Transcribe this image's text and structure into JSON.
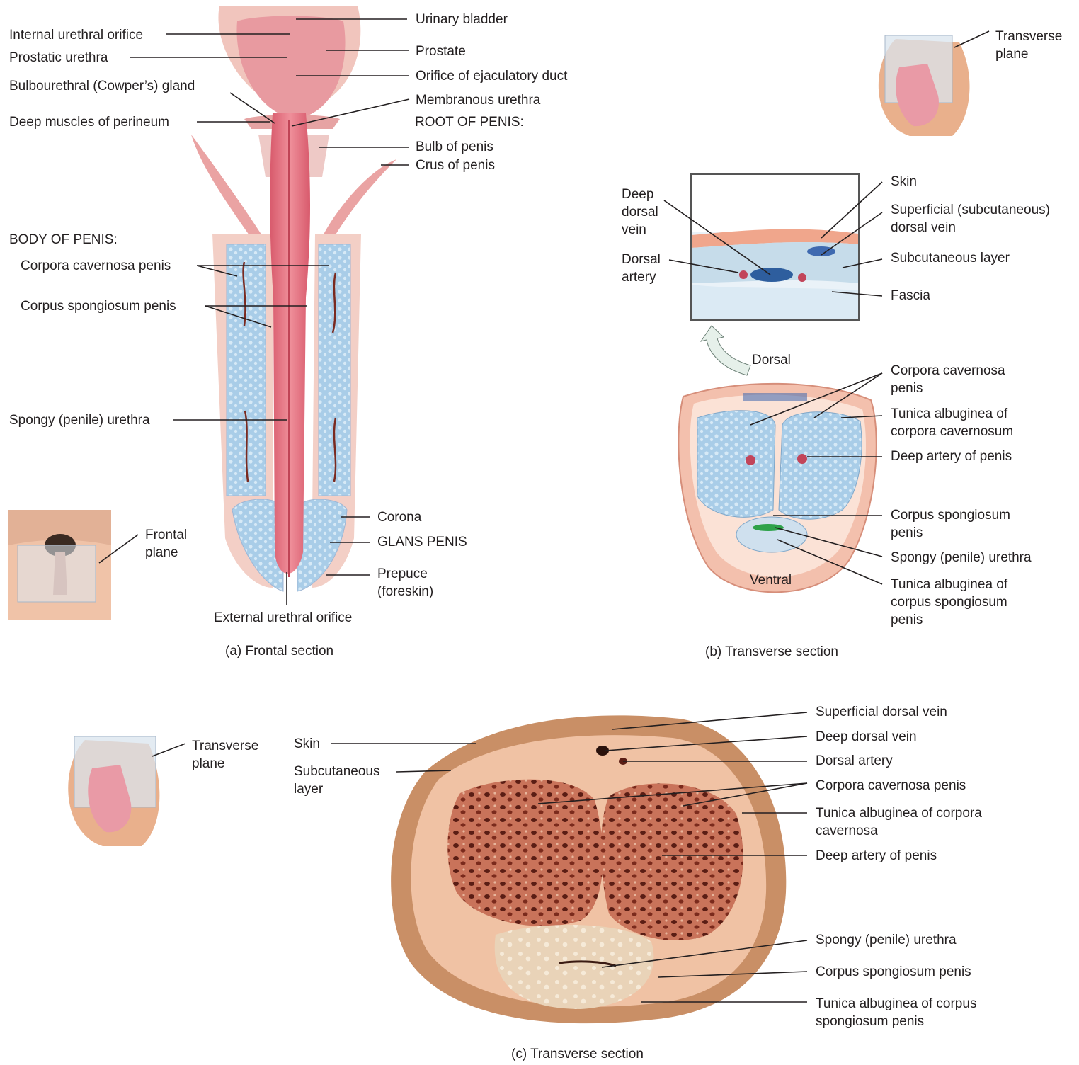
{
  "panel_a": {
    "caption": "(a) Frontal section",
    "labels": {
      "urinary_bladder": "Urinary bladder",
      "internal_urethral_orifice": "Internal urethral orifice",
      "prostate": "Prostate",
      "prostatic_urethra": "Prostatic urethra",
      "orifice_ejaculatory_duct": "Orifice of ejaculatory duct",
      "bulbourethral_gland": "Bulbourethral (Cowper’s) gland",
      "membranous_urethra": "Membranous urethra",
      "deep_muscles_perineum": "Deep muscles of perineum",
      "root_of_penis": "ROOT OF PENIS:",
      "bulb_of_penis": "Bulb of penis",
      "crus_of_penis": "Crus of penis",
      "body_of_penis": "BODY OF PENIS:",
      "corpora_cavernosa": "Corpora cavernosa penis",
      "corpus_spongiosum": "Corpus spongiosum penis",
      "spongy_urethra": "Spongy (penile) urethra",
      "corona": "Corona",
      "glans_penis": "GLANS PENIS",
      "prepuce": "Prepuce\n(foreskin)",
      "external_urethral_orifice": "External urethral orifice",
      "frontal_plane": "Frontal\nplane"
    }
  },
  "panel_b": {
    "caption": "(b) Transverse section",
    "labels": {
      "transverse_plane": "Transverse\nplane",
      "skin": "Skin",
      "deep_dorsal_vein": "Deep\ndorsal\nvein",
      "superficial_dorsal_vein": "Superficial (subcutaneous)\ndorsal vein",
      "dorsal_artery": "Dorsal\nartery",
      "subcutaneous_layer": "Subcutaneous layer",
      "fascia": "Fascia",
      "dorsal": "Dorsal",
      "corpora_cavernosa": "Corpora cavernosa\npenis",
      "tunica_albuginea_cc": "Tunica albuginea of\ncorpora cavernosum",
      "deep_artery": "Deep artery of penis",
      "corpus_spongiosum": "Corpus spongiosum\npenis",
      "spongy_urethra": "Spongy (penile) urethra",
      "ventral": "Ventral",
      "tunica_albuginea_cs": "Tunica albuginea of\ncorpus spongiosum\npenis"
    }
  },
  "panel_c": {
    "caption": "(c) Transverse section",
    "labels": {
      "transverse_plane": "Transverse\nplane",
      "skin": "Skin",
      "subcutaneous_layer": "Subcutaneous\nlayer",
      "superficial_dorsal_vein": "Superficial dorsal vein",
      "deep_dorsal_vein": "Deep dorsal vein",
      "dorsal_artery": "Dorsal artery",
      "corpora_cavernosa": "Corpora cavernosa penis",
      "tunica_albuginea_cc": "Tunica albuginea of corpora\ncavernosa",
      "deep_artery": "Deep artery of penis",
      "spongy_urethra": "Spongy (penile) urethra",
      "corpus_spongiosum": "Corpus spongiosum penis",
      "tunica_albuginea_cs": "Tunica albuginea of corpus\nspongiosum penis"
    }
  },
  "colors": {
    "leader_line": "#231f20",
    "urethra": "#e0707e",
    "erectile_tissue": "#c9dcef",
    "skin": "#f2c7b8",
    "photo_tissue": "#c9806a"
  }
}
